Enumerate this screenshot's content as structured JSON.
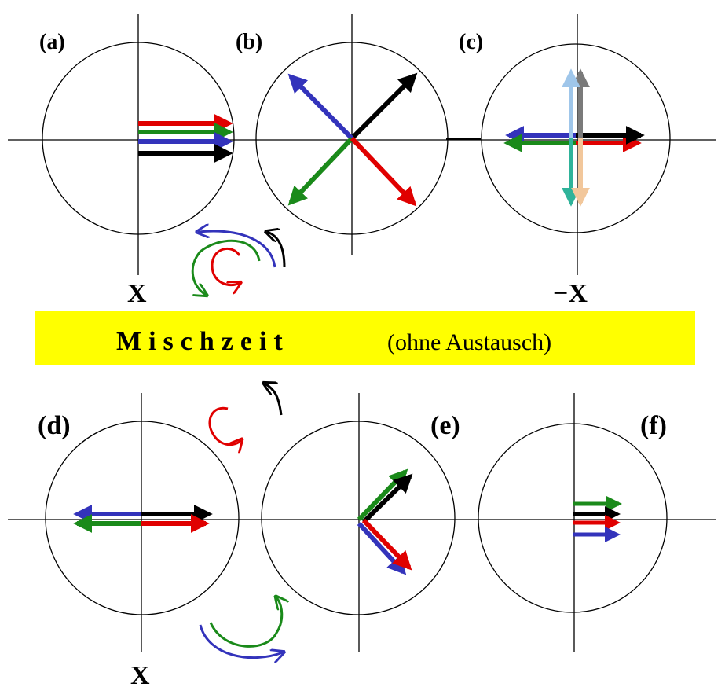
{
  "panel_labels": {
    "a": "(a)",
    "b": "(b)",
    "c": "(c)",
    "d": "(d)",
    "e": "(e)",
    "f": "(f)"
  },
  "axis_labels": {
    "top_left": "X",
    "top_right": "−X",
    "bottom_left": "X"
  },
  "banner": {
    "title": "Mischzeit",
    "note": "(ohne Austausch)",
    "background_color": "#ffff00"
  },
  "colors": {
    "red": "#e00000",
    "green": "#1a8a1a",
    "blue": "#3333bb",
    "black": "#000000",
    "light_blue": "#9fc6ea",
    "gray": "#7a7a7a",
    "teal": "#2fb39a",
    "peach": "#f2c79b"
  }
}
